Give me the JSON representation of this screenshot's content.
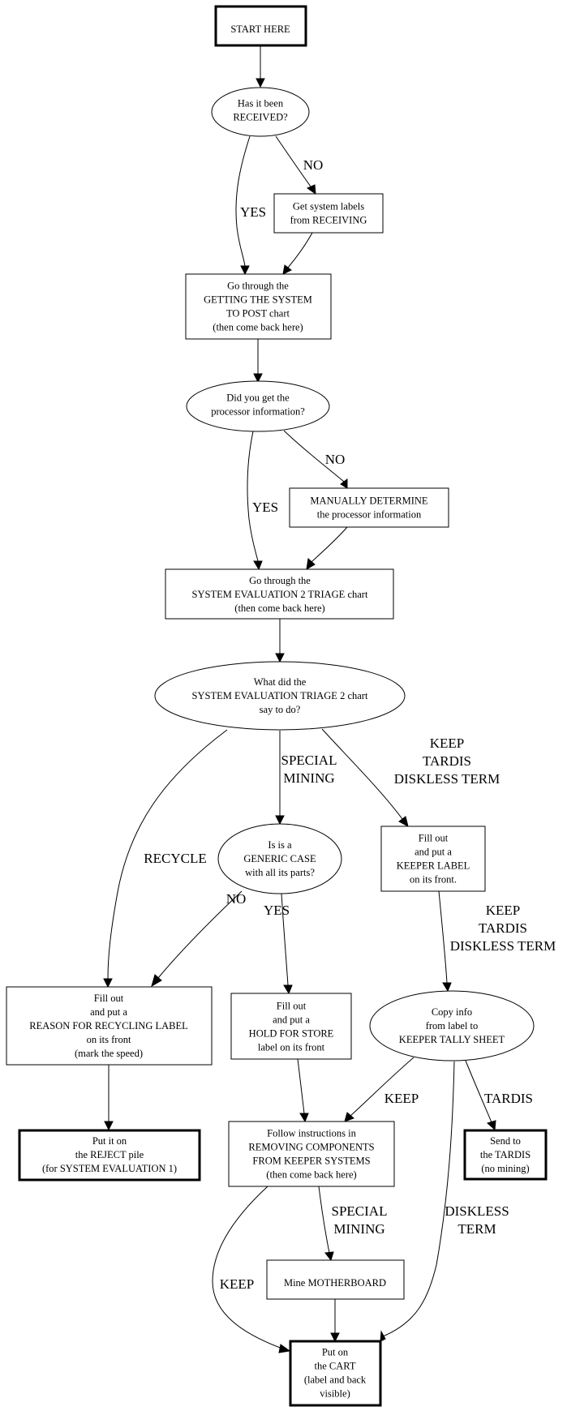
{
  "nodes": {
    "start": {
      "lines": [
        "START HERE"
      ]
    },
    "received": {
      "lines": [
        "Has it been",
        "RECEIVED?"
      ]
    },
    "get_labels": {
      "lines": [
        "Get system labels",
        "from RECEIVING"
      ]
    },
    "post_chart": {
      "lines": [
        "Go through the",
        "GETTING THE SYSTEM",
        "TO POST chart",
        "(then come back here)"
      ]
    },
    "processor": {
      "lines": [
        "Did you get the",
        "processor information?"
      ]
    },
    "manual": {
      "lines": [
        "MANUALLY DETERMINE",
        "the processor information"
      ]
    },
    "triage_chart": {
      "lines": [
        "Go through the",
        "SYSTEM EVALUATION 2 TRIAGE chart",
        "(then come back here)"
      ]
    },
    "what_did": {
      "lines": [
        "What did the",
        "SYSTEM EVALUATION TRIAGE 2 chart",
        "say to do?"
      ]
    },
    "generic": {
      "lines": [
        "Is is a",
        "GENERIC CASE",
        "with all its parts?"
      ]
    },
    "keeper_label": {
      "lines": [
        "Fill out",
        "and put a",
        "KEEPER LABEL",
        "on its front."
      ]
    },
    "recycle_label": {
      "lines": [
        "Fill out",
        "and put a",
        "REASON FOR RECYCLING LABEL",
        "on its front",
        "(mark the speed)"
      ]
    },
    "hold_store": {
      "lines": [
        "Fill out",
        "and put a",
        "HOLD FOR STORE",
        "label on its front"
      ]
    },
    "copy_info": {
      "lines": [
        "Copy info",
        "from label to",
        "KEEPER TALLY SHEET"
      ]
    },
    "reject": {
      "lines": [
        "Put it on",
        "the REJECT pile",
        "(for SYSTEM EVALUATION 1)"
      ]
    },
    "follow": {
      "lines": [
        "Follow instructions in",
        "REMOVING COMPONENTS",
        "FROM KEEPER SYSTEMS",
        "(then come back here)"
      ]
    },
    "tardis": {
      "lines": [
        "Send to",
        "the TARDIS",
        "(no mining)"
      ]
    },
    "mine": {
      "lines": [
        "Mine MOTHERBOARD"
      ]
    },
    "cart": {
      "lines": [
        "Put on",
        "the CART",
        "(label and back",
        "visible)"
      ]
    }
  },
  "edge_labels": {
    "received_no": [
      "NO"
    ],
    "received_yes": [
      "YES"
    ],
    "processor_no": [
      "NO"
    ],
    "processor_yes": [
      "YES"
    ],
    "special_mining": [
      "SPECIAL",
      "MINING"
    ],
    "keep_tardis_term_1": [
      "KEEP",
      "TARDIS",
      "DISKLESS TERM"
    ],
    "recycle": [
      "RECYCLE"
    ],
    "generic_no": [
      "NO"
    ],
    "generic_yes": [
      "YES"
    ],
    "keep_tardis_term_2": [
      "KEEP",
      "TARDIS",
      "DISKLESS TERM"
    ],
    "copy_keep": [
      "KEEP"
    ],
    "copy_tardis": [
      "TARDIS"
    ],
    "follow_special": [
      "SPECIAL",
      "MINING"
    ],
    "copy_diskless": [
      "DISKLESS",
      "TERM"
    ],
    "follow_keep": [
      "KEEP"
    ]
  }
}
